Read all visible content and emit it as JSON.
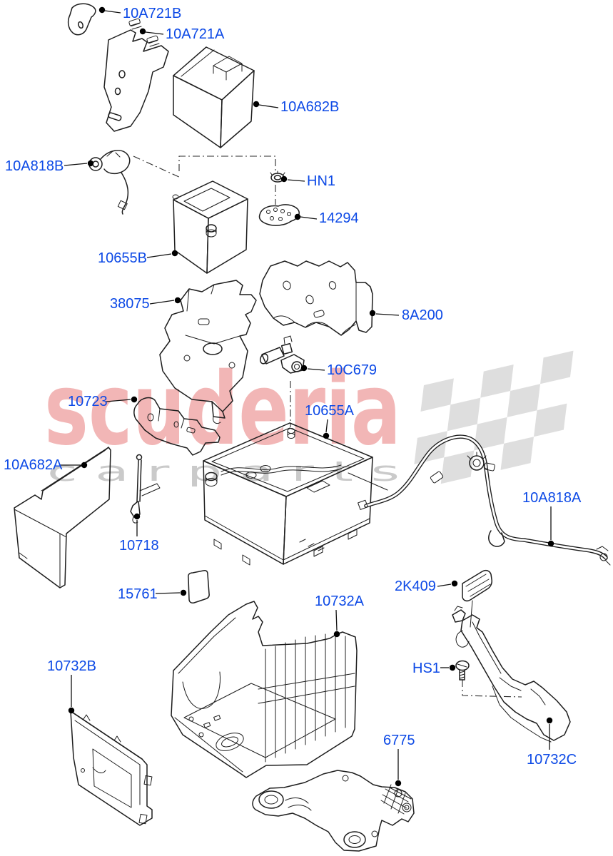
{
  "title": "Battery and mountings parts diagram",
  "watermark": {
    "brand": "scuderia",
    "tagline": "c a r   p a r t s"
  },
  "colors": {
    "label_blue": "#0c49e6",
    "line": "#1d1d1d",
    "watermark_pink": "#f2b6b6",
    "watermark_gray": "#cacaca",
    "flag_gray": "#dedede",
    "background": "#ffffff"
  },
  "parts": [
    {
      "num": "10A721B"
    },
    {
      "num": "10A721A"
    },
    {
      "num": "10A682B"
    },
    {
      "num": "10A818B"
    },
    {
      "num": "HN1"
    },
    {
      "num": "14294"
    },
    {
      "num": "10655B"
    },
    {
      "num": "38075"
    },
    {
      "num": "8A200"
    },
    {
      "num": "10C679"
    },
    {
      "num": "10723"
    },
    {
      "num": "10655A"
    },
    {
      "num": "10A682A"
    },
    {
      "num": "10718"
    },
    {
      "num": "10A818A"
    },
    {
      "num": "15761"
    },
    {
      "num": "2K409"
    },
    {
      "num": "10732A"
    },
    {
      "num": "10732B"
    },
    {
      "num": "HS1"
    },
    {
      "num": "6775"
    },
    {
      "num": "10732C"
    }
  ]
}
